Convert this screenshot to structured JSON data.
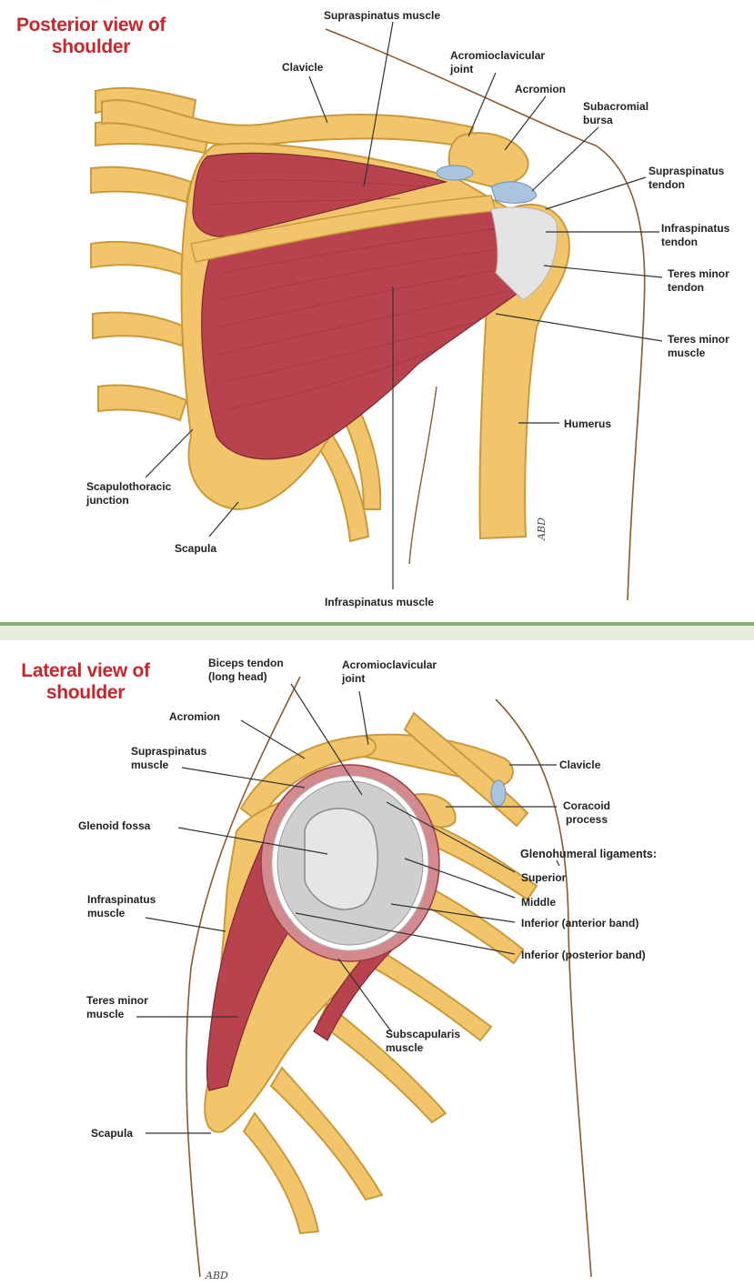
{
  "posterior": {
    "title": "Posterior view of\nshoulder",
    "labels": {
      "supraspinatus_muscle": "Supraspinatus muscle",
      "clavicle": "Clavicle",
      "ac_joint": "Acromioclavicular\njoint",
      "acromion": "Acromion",
      "subacromial_bursa": "Subacromial\nbursa",
      "supraspinatus_tendon": "Supraspinatus\ntendon",
      "infraspinatus_tendon": "Infraspinatus\ntendon",
      "teres_minor_tendon": "Teres minor\ntendon",
      "teres_minor_muscle": "Teres minor\nmuscle",
      "humerus": "Humerus",
      "scapulothoracic": "Scapulothoracic\njunction",
      "scapula": "Scapula",
      "infraspinatus_muscle": "Infraspinatus muscle"
    },
    "signature": "ABD"
  },
  "lateral": {
    "title": "Lateral view of\nshoulder",
    "labels": {
      "biceps_tendon": "Biceps tendon\n(long head)",
      "ac_joint": "Acromioclavicular\njoint",
      "acromion": "Acromion",
      "supraspinatus_muscle": "Supraspinatus\nmuscle",
      "clavicle": "Clavicle",
      "coracoid": "Coracoid\nprocess",
      "glenoid_fossa": "Glenoid fossa",
      "gh_ligaments": "Glenohumeral ligaments:",
      "superior": "Superior",
      "middle": "Middle",
      "inferior_anterior": "Inferior (anterior band)",
      "inferior_posterior": "Inferior (posterior band)",
      "infraspinatus_muscle": "Infraspinatus\nmuscle",
      "teres_minor_muscle": "Teres minor\nmuscle",
      "subscapularis_muscle": "Subscapularis\nmuscle",
      "scapula": "Scapula"
    },
    "signature": "ABD"
  },
  "colors": {
    "title_red": "#c8262d",
    "bone": "#f2c56a",
    "bone_outline": "#c99a3c",
    "muscle": "#b8434f",
    "tendon": "#e4e4e4",
    "bursa": "#a9c4dc",
    "divider_green": "#86b370"
  }
}
